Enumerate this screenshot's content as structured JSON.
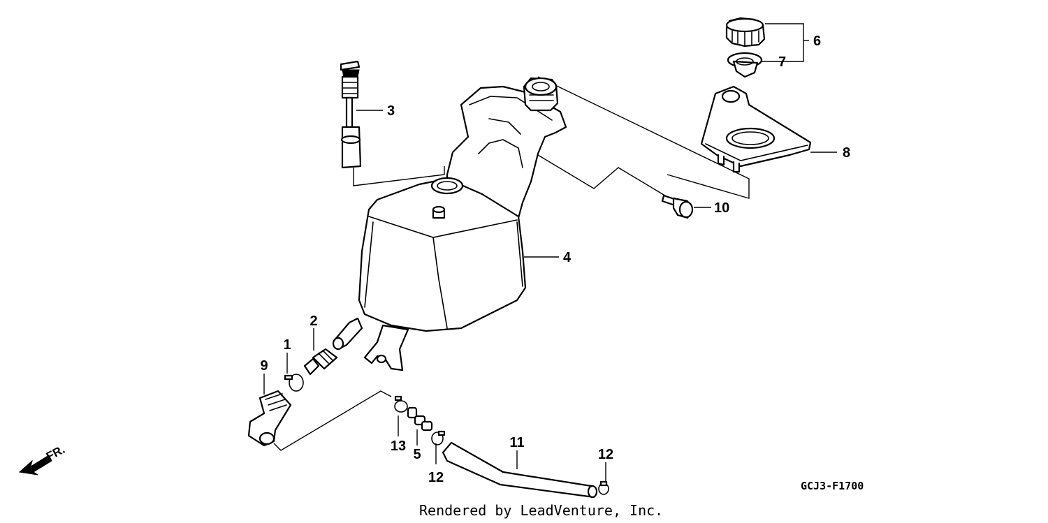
{
  "diagram": {
    "diagram_code": "GCJ3-F1700",
    "credit": "Rendered by LeadVenture, Inc.",
    "front_indicator": "FR.",
    "callouts": {
      "c1": "1",
      "c2": "2",
      "c3": "3",
      "c4": "4",
      "c5": "5",
      "c6": "6",
      "c7": "7",
      "c8": "8",
      "c9": "9",
      "c10": "10",
      "c11": "11",
      "c12a": "12",
      "c12b": "12",
      "c13": "13"
    },
    "icons": {
      "front_arrow": "front-direction-arrow-icon"
    }
  }
}
